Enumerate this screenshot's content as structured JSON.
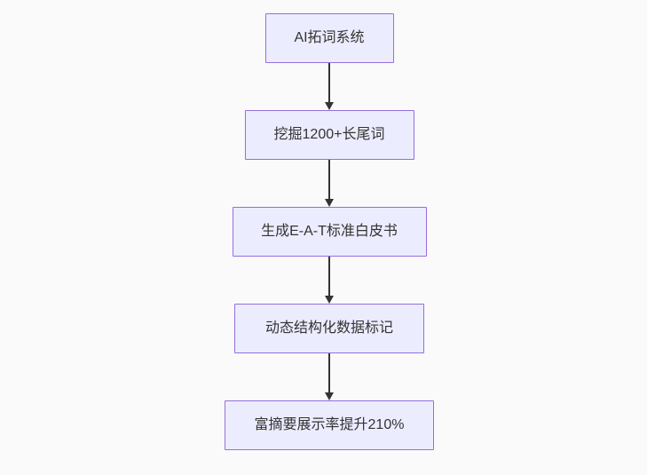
{
  "diagram": {
    "type": "flowchart",
    "direction": "top-down",
    "colors": {
      "background": "#fafafa",
      "node_fill": "#ececff",
      "node_border": "#9370db",
      "edge_color": "#333333",
      "text_color": "#333333"
    },
    "nodes": [
      {
        "id": "n1",
        "label": "AI拓词系统"
      },
      {
        "id": "n2",
        "label": "挖掘1200+长尾词"
      },
      {
        "id": "n3",
        "label": "生成E-A-T标准白皮书"
      },
      {
        "id": "n4",
        "label": "动态结构化数据标记"
      },
      {
        "id": "n5",
        "label": "富摘要展示率提升210%"
      }
    ],
    "edges": [
      {
        "from": "n1",
        "to": "n2",
        "arrow": "down"
      },
      {
        "from": "n2",
        "to": "n3",
        "arrow": "down"
      },
      {
        "from": "n3",
        "to": "n4",
        "arrow": "down"
      },
      {
        "from": "n4",
        "to": "n5",
        "arrow": "down"
      }
    ]
  }
}
